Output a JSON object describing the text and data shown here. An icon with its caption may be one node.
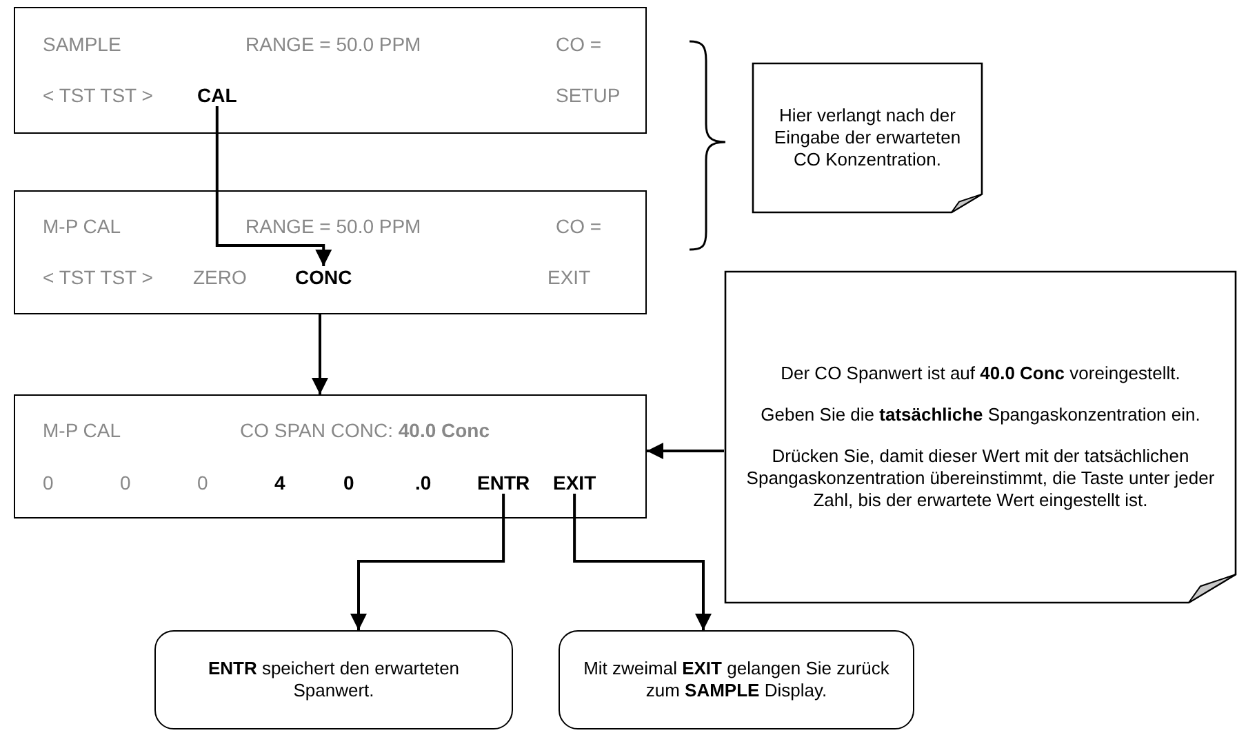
{
  "diagram": {
    "nodes": [
      {
        "text": [
          "SAMPLE",
          "RANGE = 50.0 PPM",
          "CO =",
          "< TST TST >",
          "SETUP"
        ]
      },
      {
        "text": [
          "CAL"
        ],
        "in": 0
      },
      {
        "text": [
          "Hier verlangt nach der Eingabe der erwarteten CO Konzentration."
        ]
      },
      {
        "text": [
          "M-P CAL",
          "RANGE = 50.0 PPM",
          "CO =",
          "< TST TST >",
          "ZERO",
          "EXIT"
        ]
      },
      {
        "text": [
          "CONC"
        ],
        "in": 3
      },
      {
        "text": [
          "Der CO Spanwert ist auf **40.0 Conc** voreingestellt.",
          "Geben Sie die **tatsächliche** Spangaskonzentration ein.",
          "Drücken Sie, damit dieser Wert mit der tatsächlichen Spangaskonzentration übereinstimmt, die Taste unter jeder Zahl, bis der erwartete Wert eingestellt ist."
        ]
      },
      {
        "text": [
          "M-P CAL",
          "CO SPAN CONC: **40.0 Conc**",
          "0",
          "0",
          "0",
          "4",
          "0",
          ".0"
        ]
      },
      {
        "text": [
          "ENTR"
        ],
        "in": 6
      },
      {
        "text": [
          "EXIT"
        ],
        "in": 6
      },
      {
        "text": [
          "**ENTR** speichert den erwarteten Spanwert."
        ]
      },
      {
        "text": [
          "Mit zweimal **EXIT** gelangen Sie zurück zum **SAMPLE** Display."
        ]
      }
    ],
    "edges": [
      {
        "from": 1,
        "to": 4,
        "arrow": "to"
      },
      {
        "from": 3,
        "to": 6,
        "arrow": "to"
      },
      {
        "from": 5,
        "to": 6,
        "arrow": "to"
      },
      {
        "from": 7,
        "to": 9,
        "arrow": "to"
      },
      {
        "from": 8,
        "to": 10,
        "arrow": "to"
      }
    ]
  }
}
